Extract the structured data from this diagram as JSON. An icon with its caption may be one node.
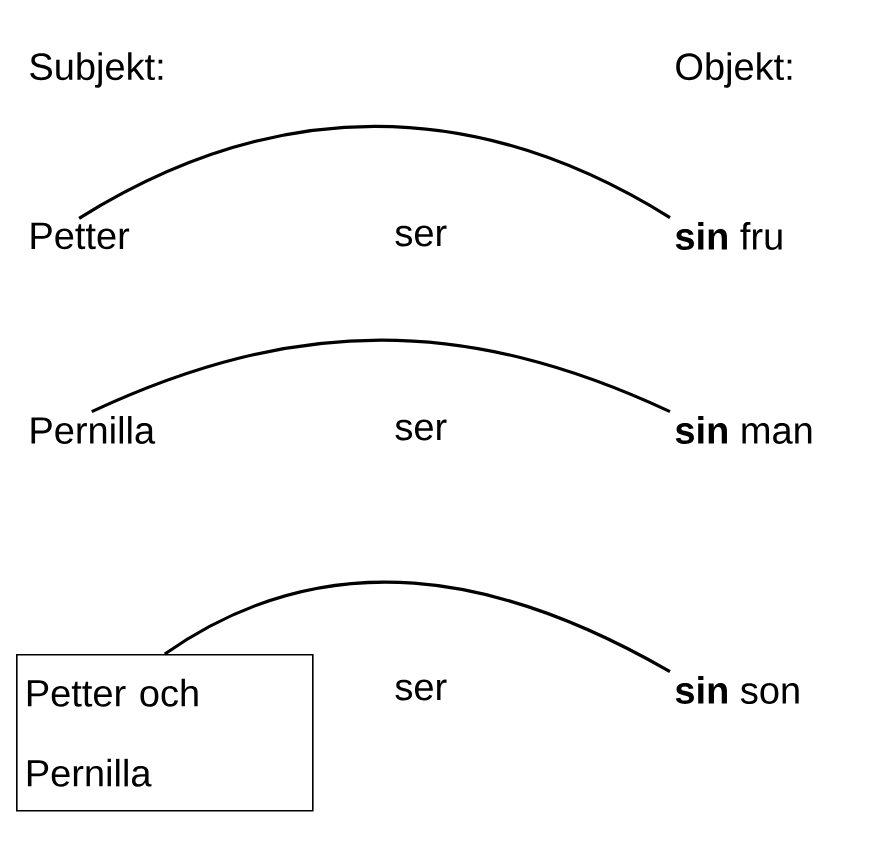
{
  "diagram": {
    "nodes": [
      {
        "text": [
          "Petter"
        ]
      },
      {
        "text": [
          "**sin** fru"
        ]
      },
      {
        "text": [
          "Pernilla"
        ]
      },
      {
        "text": [
          "**sin** man"
        ]
      },
      {
        "text": [
          "Petter och Pernilla"
        ]
      },
      {
        "text": [
          "**sin** son"
        ]
      }
    ],
    "edges": [
      {
        "from": 0,
        "to": 1,
        "arrow": "none"
      },
      {
        "from": 2,
        "to": 3,
        "arrow": "none"
      },
      {
        "from": 4,
        "to": 5,
        "arrow": "none"
      }
    ],
    "labels": [
      "Subjekt:",
      "Objekt:",
      "ser",
      "ser",
      "ser"
    ]
  }
}
